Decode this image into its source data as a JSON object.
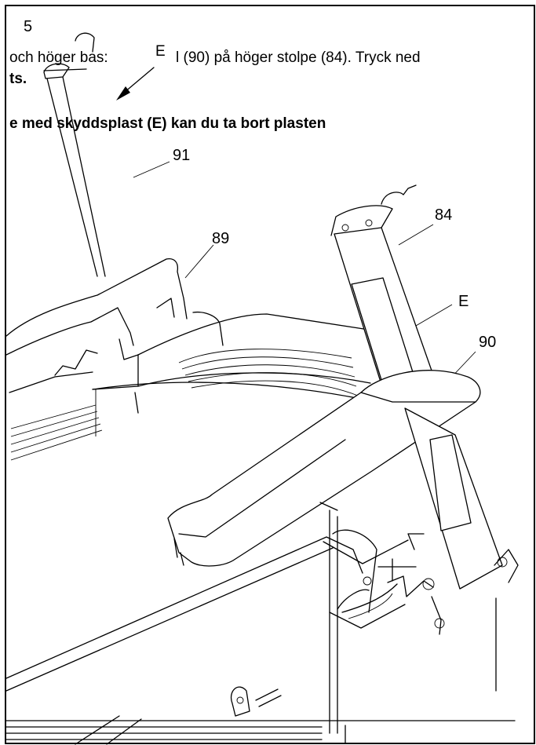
{
  "step_number": "5",
  "instructions": {
    "line1_prefix": "och höger bas:",
    "line1_letter": "E",
    "line1_rest": "l (90) på höger stolpe (84). Tryck ned",
    "line2": "ts.",
    "note": "e med skyddsplast (E) kan du ta bort plasten"
  },
  "callouts": {
    "part_91": "91",
    "part_89": "89",
    "part_84": "84",
    "part_e": "E",
    "part_90": "90"
  }
}
